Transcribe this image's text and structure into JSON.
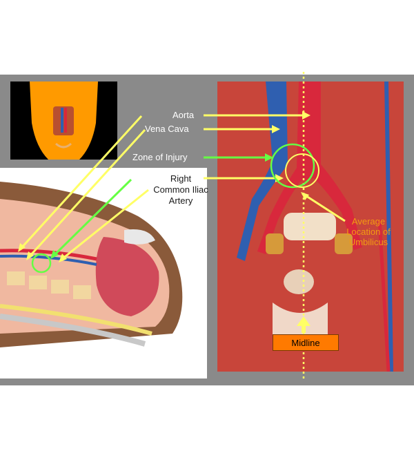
{
  "labels": {
    "aorta": "Aorta",
    "vena_cava": "Vena Cava",
    "zone_of_injury": "Zone of Injury",
    "right_common_iliac_artery": [
      "Right",
      "Common Iliac",
      "Artery"
    ],
    "average_location_of_umbilicus": [
      "Average",
      "Location of",
      "Umbilicus"
    ],
    "midline": "Midline"
  },
  "colors": {
    "slide_background": "#8a8a8a",
    "arrow_yellow": "#ffff66",
    "arrow_green": "#66ff44",
    "midline_box": "#ff7a00",
    "aorta_red": "#d8283c",
    "vena_cava_blue": "#2f5fb0",
    "torso_orange": "#ff9a00",
    "umbilicus_label": "#f39a12"
  }
}
